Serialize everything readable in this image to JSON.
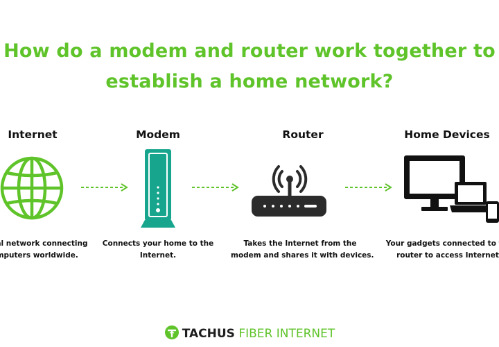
{
  "title": {
    "line1": "How do a modem and router work together to",
    "line2": "establish a home network?"
  },
  "steps": [
    {
      "label": "Internet",
      "desc_line1": "Global network connecting",
      "desc_line2": "computers worldwide.",
      "icon": "globe-icon"
    },
    {
      "label": "Modem",
      "desc_line1": "Connects your home to the",
      "desc_line2": "Internet.",
      "icon": "modem-icon"
    },
    {
      "label": "Router",
      "desc_line1": "Takes the Internet from the",
      "desc_line2": "modem and shares it with devices.",
      "icon": "router-icon"
    },
    {
      "label": "Home Devices",
      "desc_line1": "Your gadgets connected to the",
      "desc_line2": "router to access Internet.",
      "icon": "devices-icon"
    }
  ],
  "footer": {
    "brand_bold": "TACHUS",
    "brand_light": " FIBER INTERNET"
  },
  "colors": {
    "green": "#5fc32a",
    "teal": "#17a58e",
    "dark": "#2b2b2b"
  }
}
